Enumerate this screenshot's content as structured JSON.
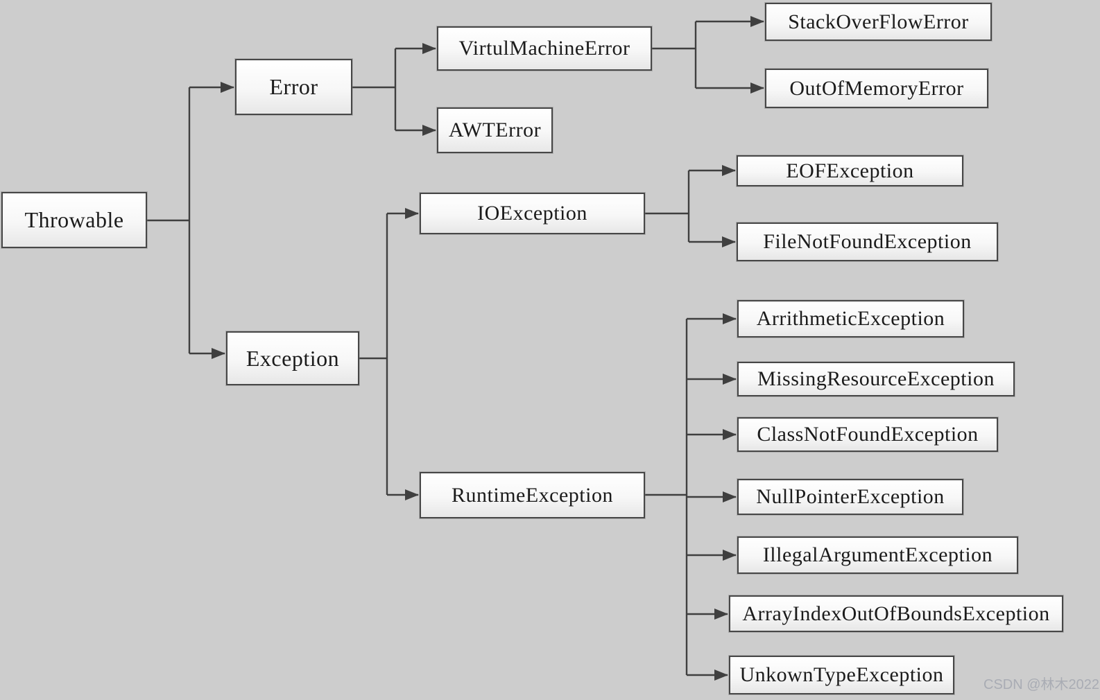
{
  "diagram": {
    "type": "hierarchy-flowchart",
    "subject": "Java Throwable class hierarchy",
    "background_color": "#cdcdcd",
    "box_fill_color": "#f7f7f7",
    "box_border_color": "#474747",
    "line_color": "#3f3f3f",
    "text_color": "#1b1b1b",
    "nodes": [
      {
        "id": "throwable",
        "label": "Throwable",
        "parent": null
      },
      {
        "id": "error",
        "label": "Error",
        "parent": "throwable"
      },
      {
        "id": "exception",
        "label": "Exception",
        "parent": "throwable"
      },
      {
        "id": "virtul-machine-error",
        "label": "VirtulMachineError",
        "parent": "error"
      },
      {
        "id": "awt-error",
        "label": "AWTError",
        "parent": "error"
      },
      {
        "id": "stack-overflow-error",
        "label": "StackOverFlowError",
        "parent": "virtul-machine-error"
      },
      {
        "id": "out-of-memory-error",
        "label": "OutOfMemoryError",
        "parent": "virtul-machine-error"
      },
      {
        "id": "io-exception",
        "label": "IOException",
        "parent": "exception"
      },
      {
        "id": "eof-exception",
        "label": "EOFException",
        "parent": "io-exception"
      },
      {
        "id": "file-not-found-exception",
        "label": "FileNotFoundException",
        "parent": "io-exception"
      },
      {
        "id": "runtime-exception",
        "label": "RuntimeException",
        "parent": "exception"
      },
      {
        "id": "arrithmetic-exception",
        "label": "ArrithmeticException",
        "parent": "runtime-exception"
      },
      {
        "id": "missing-resource-exception",
        "label": "MissingResourceException",
        "parent": "runtime-exception"
      },
      {
        "id": "class-not-found-exception",
        "label": "ClassNotFoundException",
        "parent": "runtime-exception"
      },
      {
        "id": "null-pointer-exception",
        "label": "NullPointerException",
        "parent": "runtime-exception"
      },
      {
        "id": "illegal-argument-exception",
        "label": "IllegalArgumentException",
        "parent": "runtime-exception"
      },
      {
        "id": "array-index-out-of-bounds-exception",
        "label": "ArrayIndexOutOfBoundsException",
        "parent": "runtime-exception"
      },
      {
        "id": "unkown-type-exception",
        "label": "UnkownTypeException",
        "parent": "runtime-exception"
      }
    ]
  },
  "watermark": {
    "text": "CSDN @林木2022",
    "color": "#a9acb4"
  }
}
